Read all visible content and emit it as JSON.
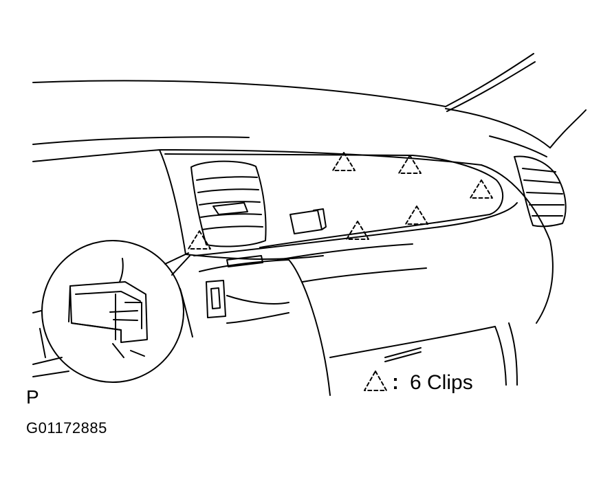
{
  "legend": {
    "icon": "dashed-triangle-icon",
    "text": "6 Clips"
  },
  "corner_letter": "P",
  "figure_id": "G01172885",
  "clip_count": 6,
  "colors": {
    "ink": "#000000",
    "paper": "#ffffff"
  }
}
